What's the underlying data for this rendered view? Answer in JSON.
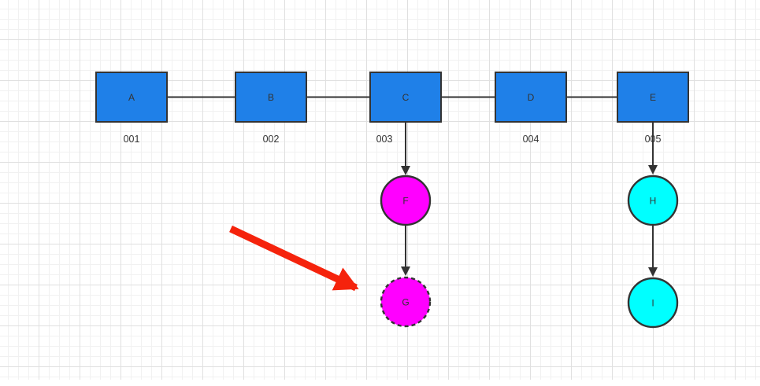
{
  "canvas": {
    "background_color": "#ffffff",
    "grid_minor_color": "#f1f1f1",
    "grid_major_color": "#e0e0e0"
  },
  "diagram": {
    "colors": {
      "box_fill": "#1f80e8",
      "stroke": "#333333",
      "magenta_fill": "#ff00ff",
      "cyan_fill": "#00ffff",
      "annotation_red": "#f5230c"
    },
    "boxes": [
      {
        "label": "A",
        "tag": "001"
      },
      {
        "label": "B",
        "tag": "002"
      },
      {
        "label": "C",
        "tag": "003"
      },
      {
        "label": "D",
        "tag": "004"
      },
      {
        "label": "E",
        "tag": "005"
      }
    ],
    "circles": [
      {
        "label": "F",
        "fill": "#ff00ff",
        "border": "solid"
      },
      {
        "label": "G",
        "fill": "#ff00ff",
        "border": "dashed"
      },
      {
        "label": "H",
        "fill": "#00ffff",
        "border": "solid"
      },
      {
        "label": "I",
        "fill": "#00ffff",
        "border": "solid"
      }
    ],
    "edges": [
      {
        "from": "A",
        "to": "B",
        "type": "line"
      },
      {
        "from": "B",
        "to": "C",
        "type": "line"
      },
      {
        "from": "C",
        "to": "D",
        "type": "line"
      },
      {
        "from": "D",
        "to": "E",
        "type": "line"
      },
      {
        "from": "C",
        "to": "F",
        "type": "arrow"
      },
      {
        "from": "F",
        "to": "G",
        "type": "arrow"
      },
      {
        "from": "E",
        "to": "H",
        "type": "arrow"
      },
      {
        "from": "H",
        "to": "I",
        "type": "arrow"
      }
    ]
  }
}
